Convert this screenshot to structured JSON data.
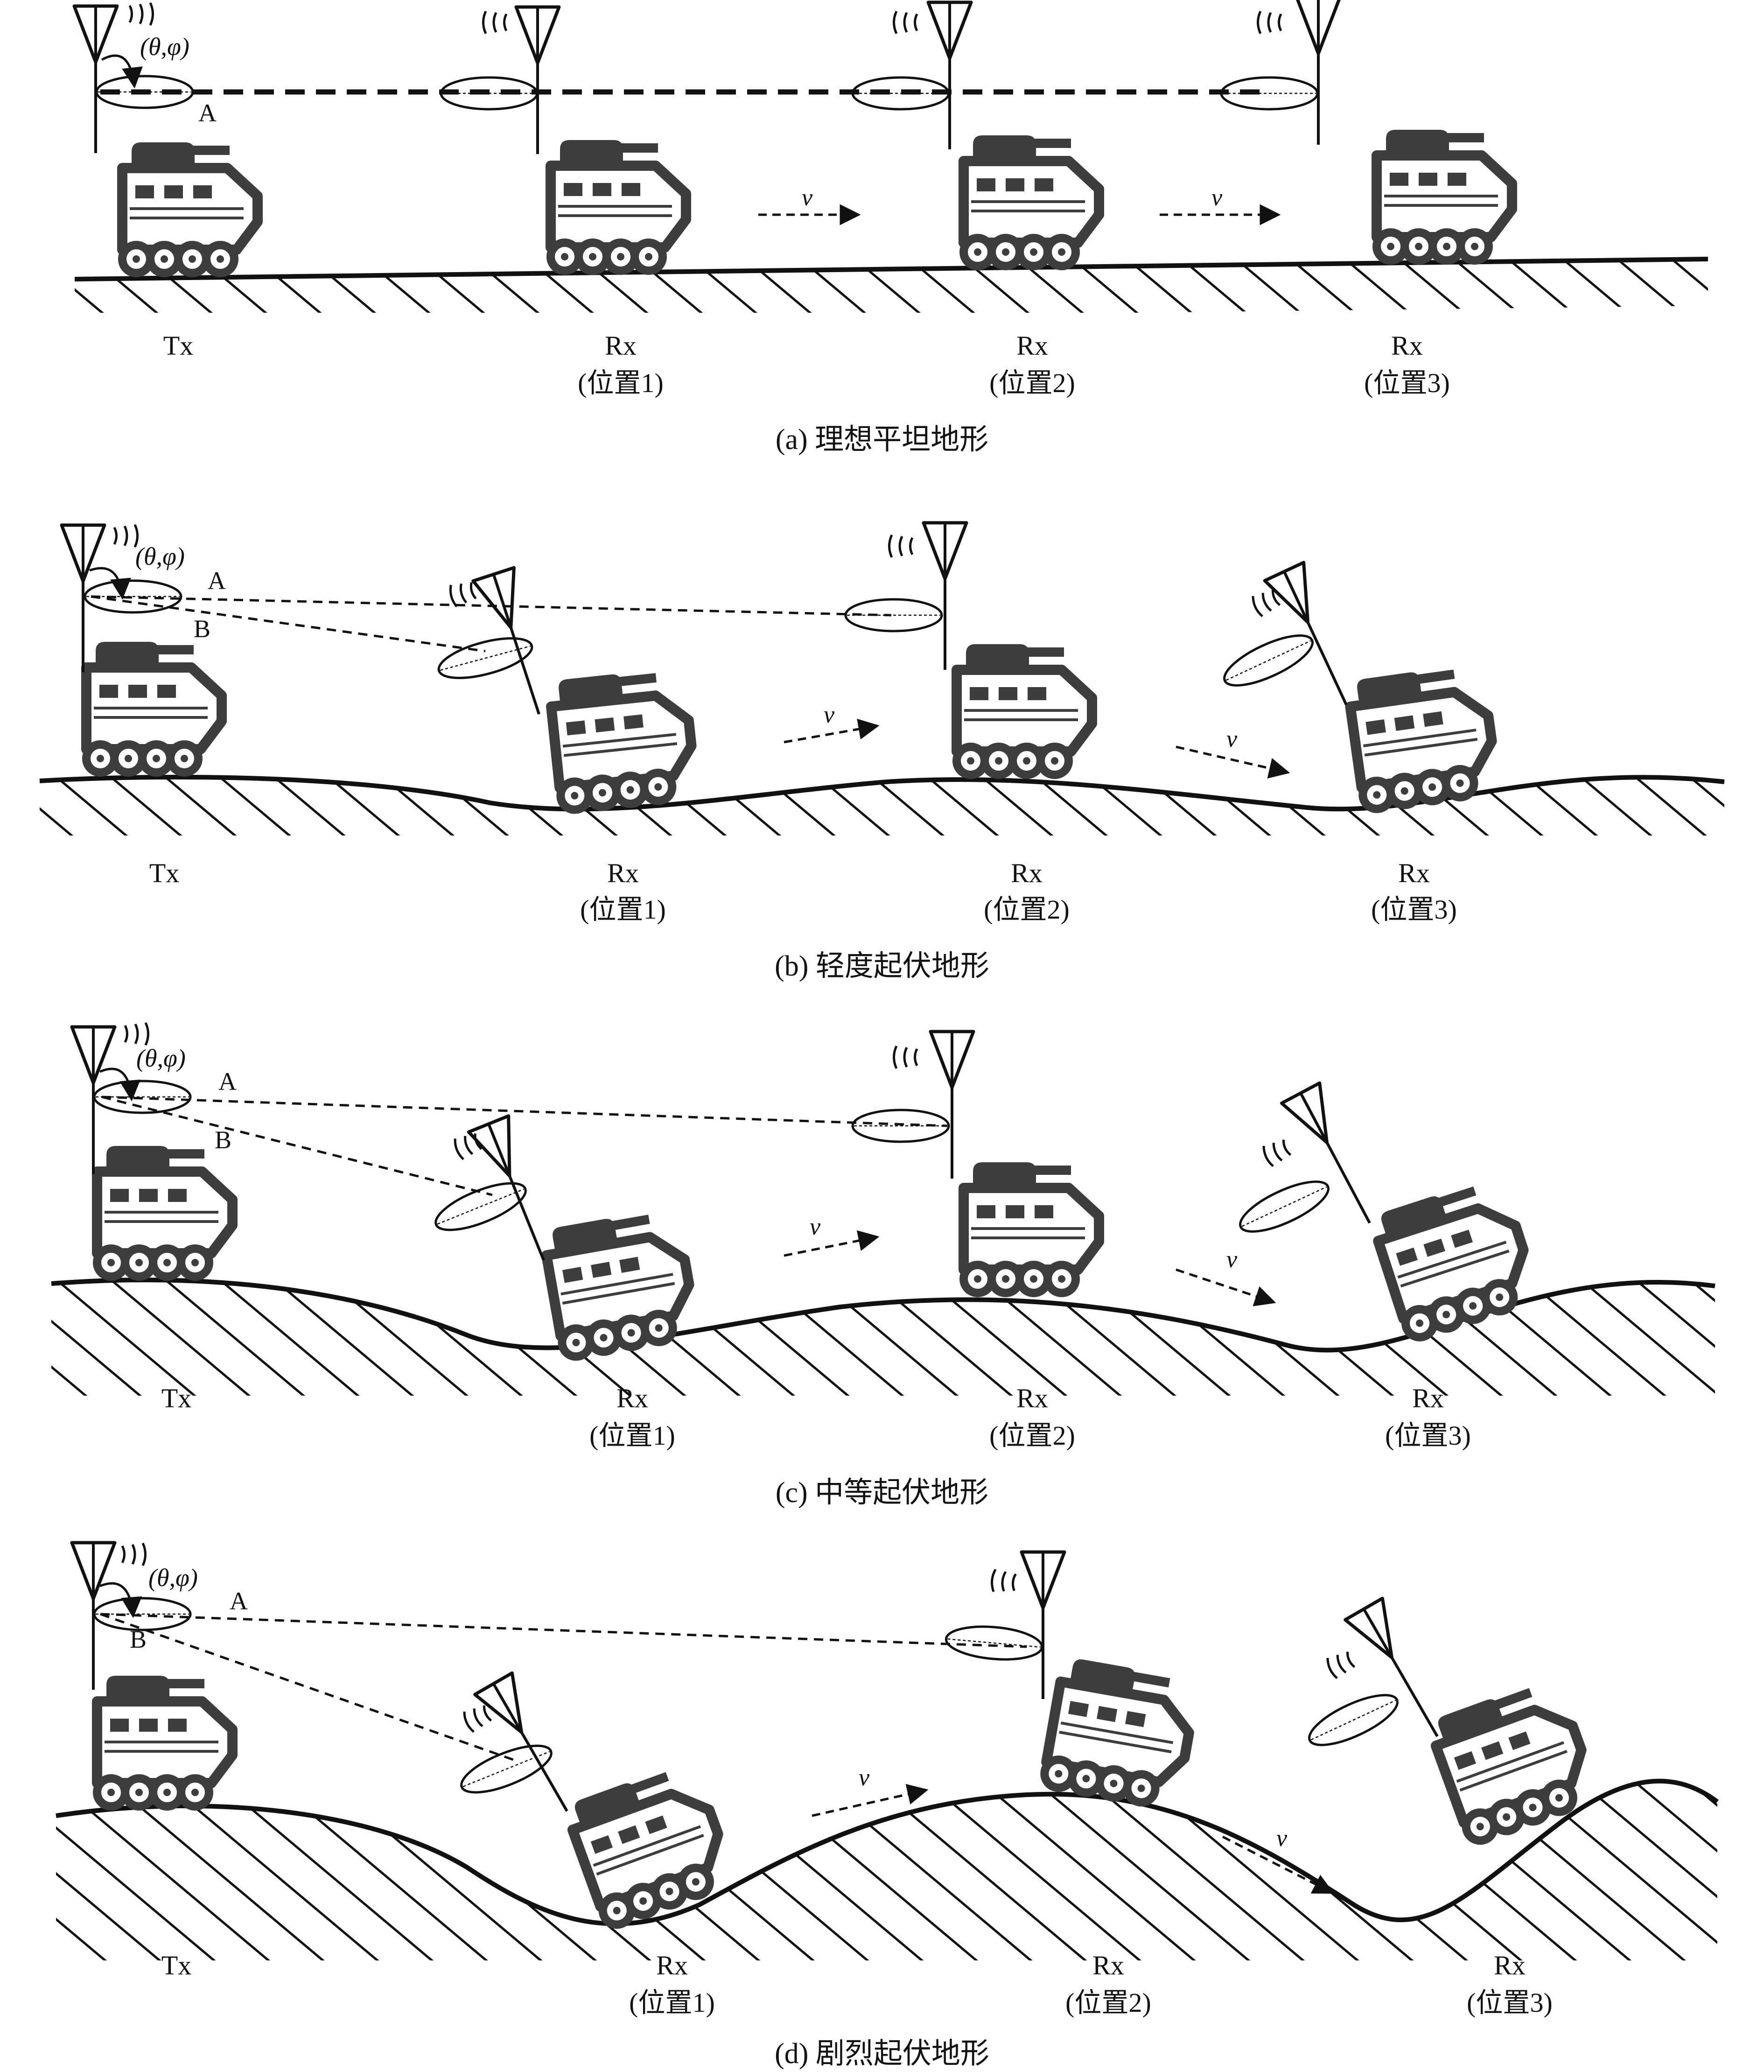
{
  "colors": {
    "vehicle": "#3d3d3d",
    "line": "#111111",
    "background": "#ffffff"
  },
  "labels": {
    "tx": "Tx",
    "rx": "Rx",
    "pos1": "(位置1)",
    "pos2": "(位置2)",
    "pos3": "(位置3)",
    "angle": "(θ,φ)",
    "point_a": "A",
    "point_b": "B",
    "velocity": "v"
  },
  "panels": [
    {
      "caption": "(a) 理想平坦地形"
    },
    {
      "caption": "(b) 轻度起伏地形"
    },
    {
      "caption": "(c) 中等起伏地形"
    },
    {
      "caption": "(d) 剧烈起伏地形"
    }
  ],
  "icons": [
    "antenna-icon",
    "armored-vehicle-icon",
    "radio-wave-icon",
    "beam-ellipse-icon",
    "velocity-arrow-icon"
  ]
}
